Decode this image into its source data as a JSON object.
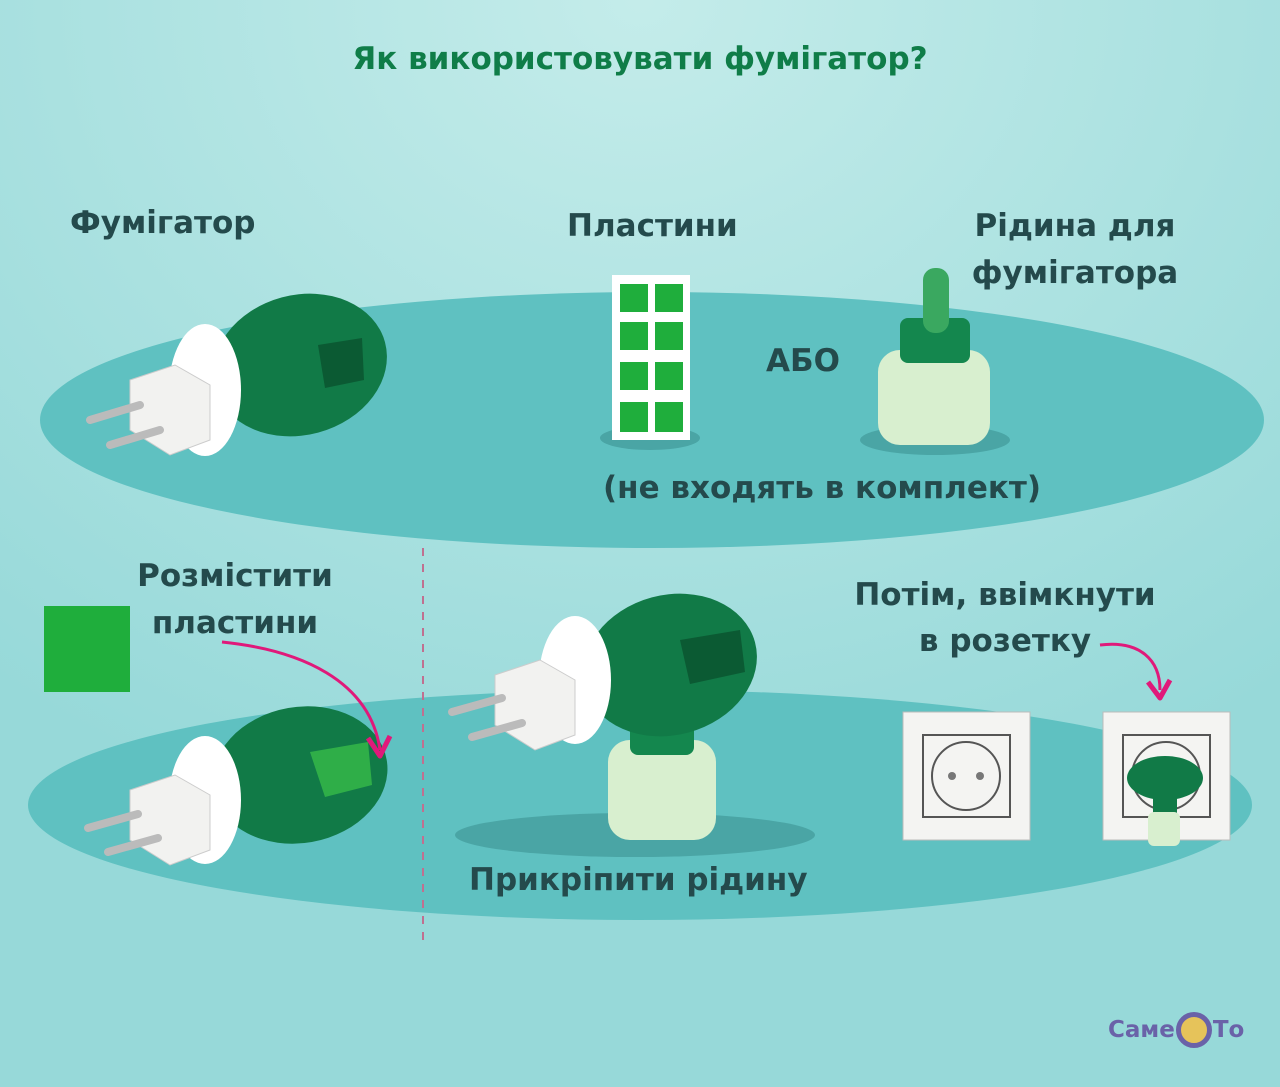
{
  "title": "Як використовувати фумігатор?",
  "labels": {
    "fumigator": "Фумігатор",
    "plates": "Пластини",
    "liquid_line1": "Рідина для",
    "liquid_line2": "фумігатора",
    "or": "АБО",
    "not_included": "(не входять в комплект)",
    "place_plates_line1": "Розмістити",
    "place_plates_line2": "пластини",
    "attach_liquid": "Прикріпити рідину",
    "plug_in_line1": "Потім, ввімкнути",
    "plug_in_line2": "в розетку"
  },
  "logo": {
    "left": "Саме",
    "right": "То"
  },
  "colors": {
    "background": "#97d9d9",
    "platform": "#5fc1c1",
    "device_green": "#117a47",
    "plate_green": "#1fae3c",
    "title_green": "#0f7d48",
    "arrow_pink": "#e0197a"
  }
}
